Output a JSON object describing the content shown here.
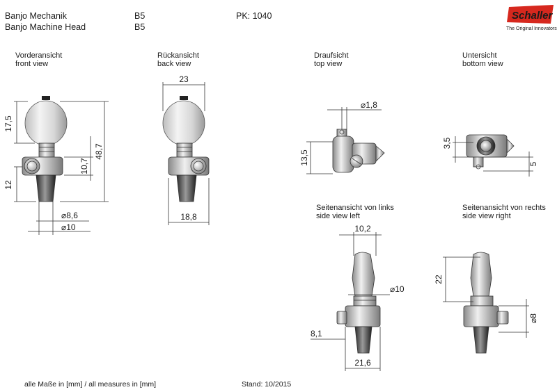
{
  "header": {
    "product_de": "Banjo Mechanik",
    "product_en": "Banjo Machine Head",
    "model_1": "B5",
    "model_2": "B5",
    "pk": "PK: 1040",
    "logo_text": "Schaller",
    "tagline": "The Original Innovators"
  },
  "views": {
    "front": {
      "de": "Vorderansicht",
      "en": "front view"
    },
    "back": {
      "de": "Rückansicht",
      "en": "back view"
    },
    "top": {
      "de": "Draufsicht",
      "en": "top view"
    },
    "bottom": {
      "de": "Untersicht",
      "en": "bottom view"
    },
    "left": {
      "de": "Seitenansicht von links",
      "en": "side view left"
    },
    "right": {
      "de": "Seitenansicht von rechts",
      "en": "side view right"
    }
  },
  "dimensions": {
    "front_knob_height": "17,5",
    "front_total_height": "48,7",
    "front_middle": "10,7",
    "front_lower": "12",
    "front_dia_1": "⌀8,6",
    "front_dia_2": "⌀10",
    "back_width": "23",
    "back_base": "18,8",
    "top_dia": "⌀1,8",
    "top_height": "13,5",
    "bottom_a": "3,5",
    "bottom_b": "5",
    "left_top": "10,2",
    "left_dia": "⌀10",
    "left_side": "8,1",
    "left_base": "21,6",
    "right_height": "22",
    "right_dia": "⌀8"
  },
  "footer": {
    "measures": "alle Maße in [mm] / all measures in [mm]",
    "stand": "Stand: 10/2015"
  },
  "colors": {
    "logo_red": "#d6281e",
    "line": "#1a1a1a",
    "dim_line": "#333333"
  }
}
